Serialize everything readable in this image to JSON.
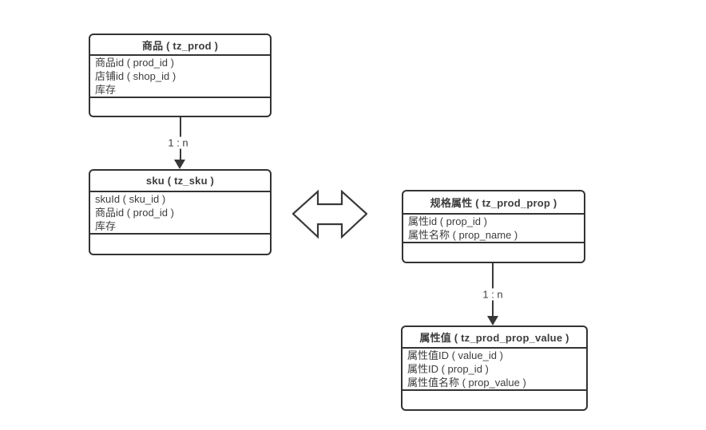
{
  "canvas": {
    "background": "#ffffff",
    "line_color": "#383838",
    "text_color": "#3d3d3d"
  },
  "tables": {
    "prod": {
      "title": "商品 ( tz_prod )",
      "fields": [
        "商品id ( prod_id )",
        "店铺id ( shop_id )",
        "库存"
      ]
    },
    "sku": {
      "title": "sku ( tz_sku )",
      "fields": [
        "skuId ( sku_id )",
        "商品id ( prod_id )",
        "库存"
      ]
    },
    "prop": {
      "title": "规格属性 ( tz_prod_prop )",
      "fields": [
        "属性id ( prop_id )",
        "属性名称 ( prop_name )"
      ]
    },
    "prop_value": {
      "title": "属性值 ( tz_prod_prop_value )",
      "fields": [
        "属性值ID ( value_id )",
        "属性ID ( prop_id )",
        "属性值名称 ( prop_value )"
      ]
    }
  },
  "connectors": [
    {
      "from": "prod",
      "to": "sku",
      "label": "1 : n"
    },
    {
      "from": "prop",
      "to": "prop_value",
      "label": "1 : n"
    }
  ],
  "relation_shape": "bidirectional-arrow"
}
